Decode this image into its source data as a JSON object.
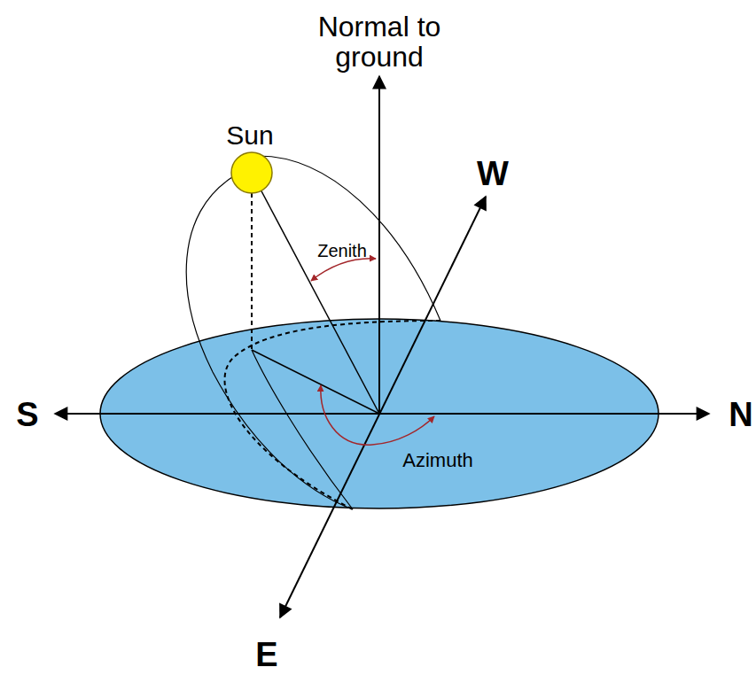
{
  "diagram": {
    "labels": [
      "Normal to ground",
      "Sun",
      "W",
      "Zenith",
      "S",
      "N",
      "Azimuth",
      "E"
    ]
  }
}
